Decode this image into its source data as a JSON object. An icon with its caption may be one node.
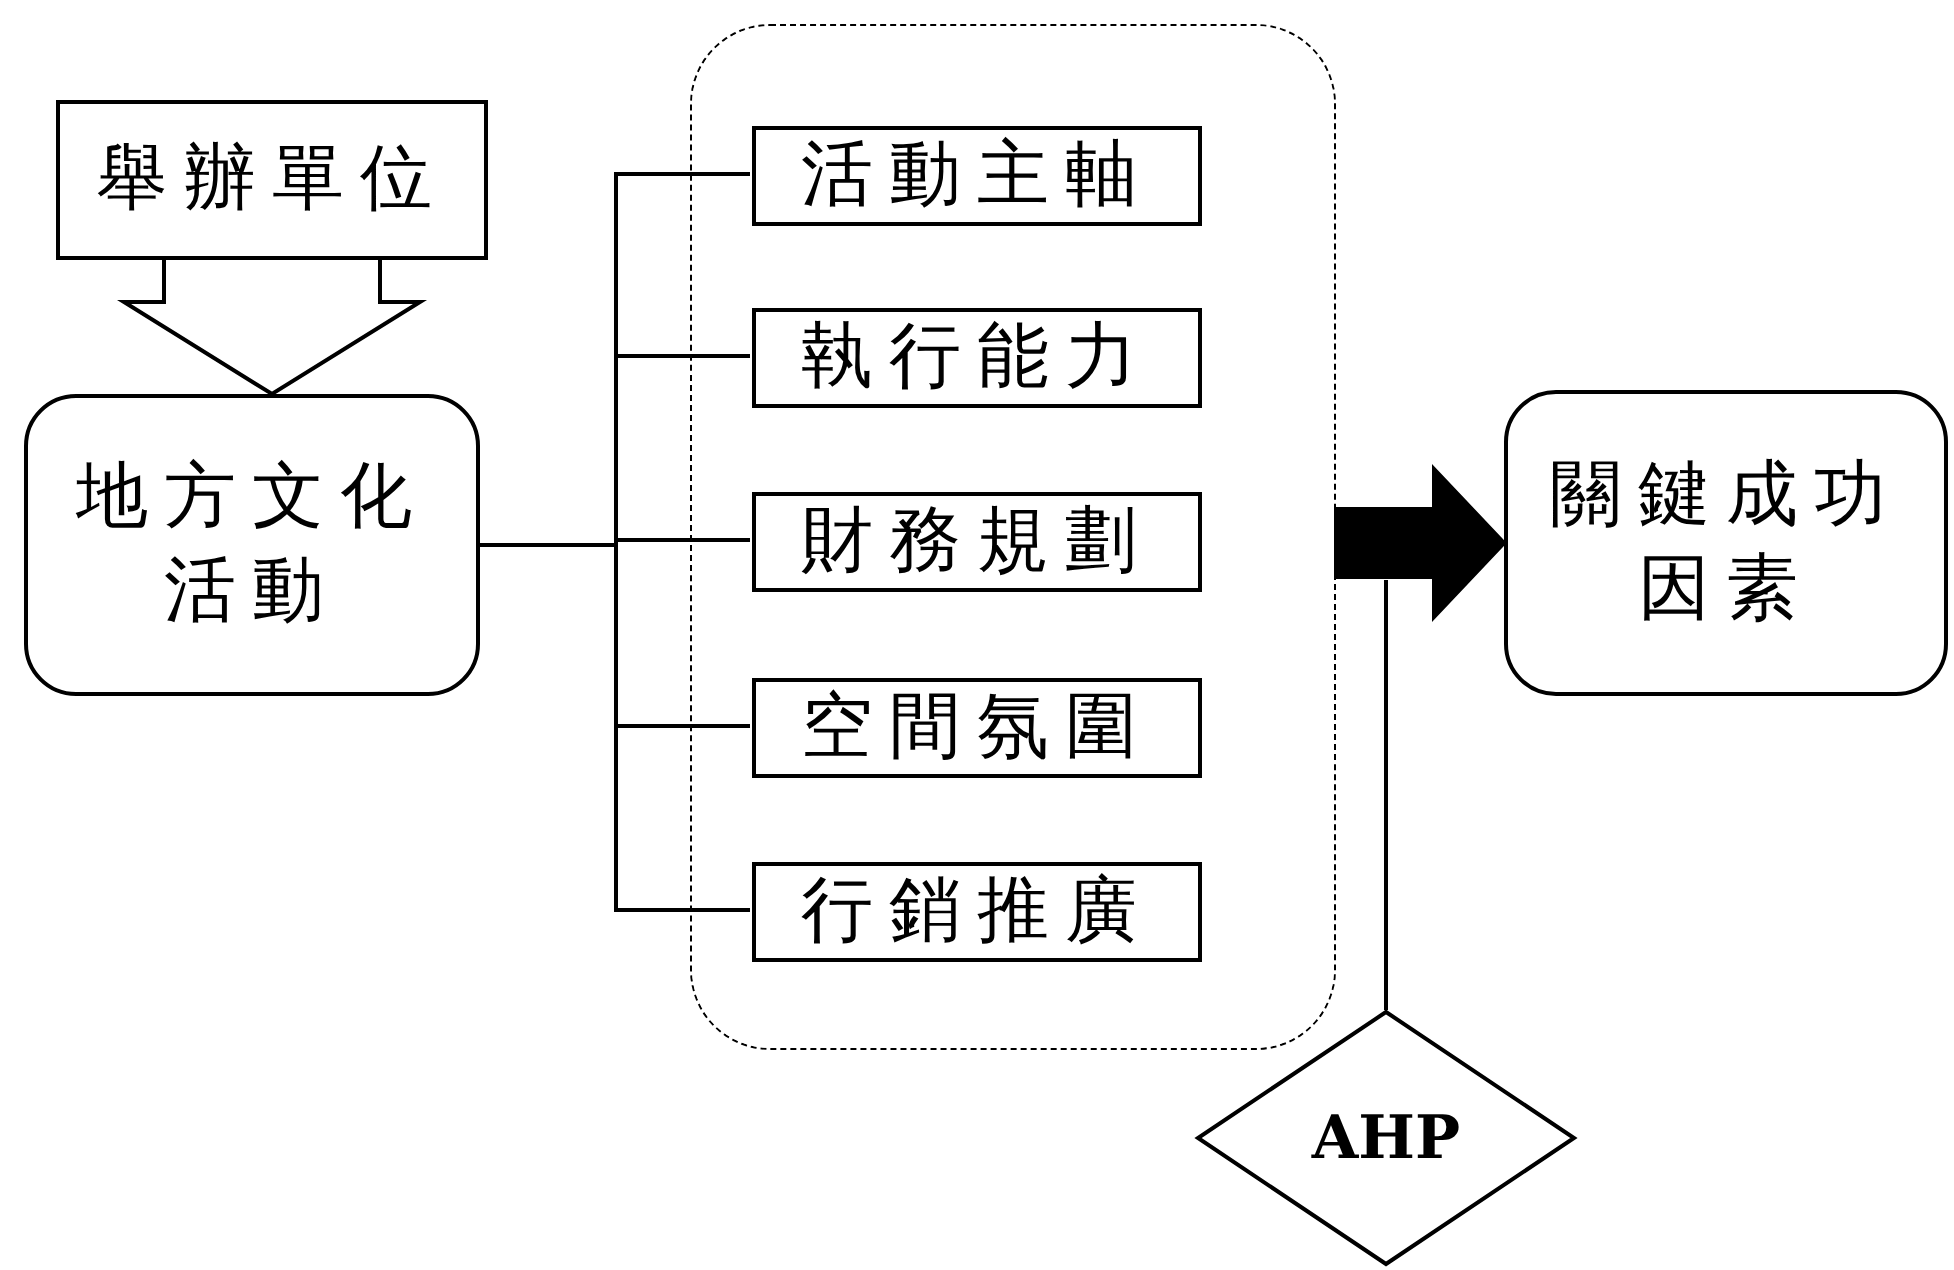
{
  "diagram": {
    "nodes": [
      {
        "text": [
          "舉辦單位"
        ]
      },
      {
        "text": [
          "地方文化活動"
        ]
      },
      {
        "text": [],
        "shape": "box"
      },
      {
        "text": [
          "活動主軸"
        ],
        "in": 2
      },
      {
        "text": [
          "執行能力"
        ],
        "in": 2
      },
      {
        "text": [
          "財務規劃"
        ],
        "in": 2
      },
      {
        "text": [
          "空間氛圍"
        ],
        "in": 2
      },
      {
        "text": [
          "行銷推廣"
        ],
        "in": 2
      },
      {
        "text": [
          "關鍵成功因素"
        ]
      },
      {
        "text": [
          "AHP"
        ]
      }
    ],
    "edges": [
      {
        "from": 0,
        "to": 1,
        "arrow": "to",
        "style": "thick"
      },
      {
        "from": 1,
        "to": 3,
        "arrow": "none"
      },
      {
        "from": 1,
        "to": 4,
        "arrow": "none"
      },
      {
        "from": 1,
        "to": 5,
        "arrow": "none"
      },
      {
        "from": 1,
        "to": 6,
        "arrow": "none"
      },
      {
        "from": 1,
        "to": 7,
        "arrow": "none"
      },
      {
        "from": 2,
        "to": 8,
        "arrow": "to",
        "style": "thick",
        "color": "#000000"
      },
      {
        "from": 9,
        "to": null,
        "arrow": "none"
      }
    ]
  }
}
